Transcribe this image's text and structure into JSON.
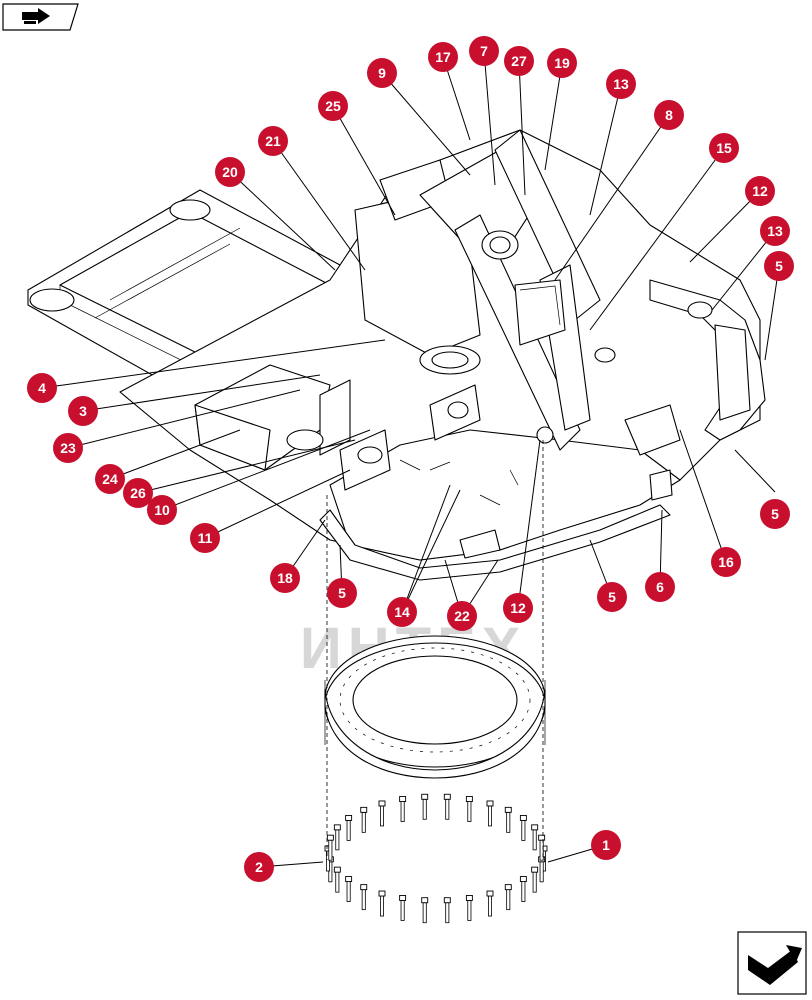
{
  "diagram": {
    "watermark_text": "ИНТЕХ",
    "callout_color": "#c8102e",
    "nav_icons": [
      "prev-page-arrow-icon",
      "next-page-arrow-icon"
    ],
    "callouts": [
      {
        "label": "17"
      },
      {
        "label": "7"
      },
      {
        "label": "27"
      },
      {
        "label": "19"
      },
      {
        "label": "9"
      },
      {
        "label": "13"
      },
      {
        "label": "25"
      },
      {
        "label": "8"
      },
      {
        "label": "21"
      },
      {
        "label": "15"
      },
      {
        "label": "20"
      },
      {
        "label": "12"
      },
      {
        "label": "13"
      },
      {
        "label": "5"
      },
      {
        "label": "4"
      },
      {
        "label": "3"
      },
      {
        "label": "23"
      },
      {
        "label": "24"
      },
      {
        "label": "26"
      },
      {
        "label": "10"
      },
      {
        "label": "11"
      },
      {
        "label": "5"
      },
      {
        "label": "16"
      },
      {
        "label": "18"
      },
      {
        "label": "5"
      },
      {
        "label": "6"
      },
      {
        "label": "5"
      },
      {
        "label": "14"
      },
      {
        "label": "22"
      },
      {
        "label": "12"
      },
      {
        "label": "1"
      },
      {
        "label": "2"
      }
    ]
  }
}
